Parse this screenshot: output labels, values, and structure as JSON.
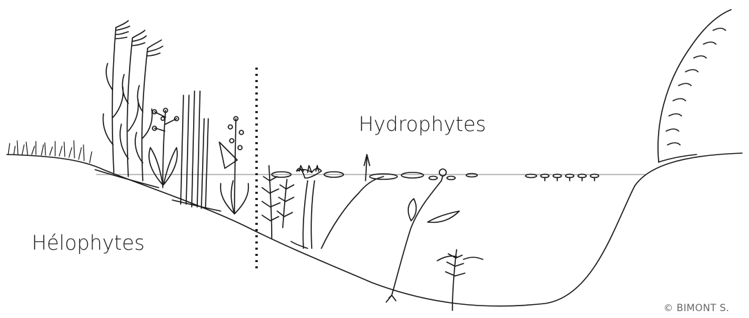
{
  "labels": {
    "hydrophytes": "Hydrophytes",
    "helophytes": "Hélophytes",
    "credit": "© BIMONT S."
  },
  "colors": {
    "ink": "#1a1a1a",
    "water_line": "#9a9a9a",
    "credit": "#666666",
    "background": "#ffffff"
  },
  "icons": {
    "reed": "reed-icon",
    "rush": "rush-icon",
    "flowering_plant": "flowering-plant-icon",
    "water_lily": "water-lily-icon",
    "floating_leaf": "floating-leaf-icon",
    "submerged_plant": "submerged-plant-icon",
    "duckweed": "duckweed-icon",
    "shrub": "shrub-icon"
  }
}
